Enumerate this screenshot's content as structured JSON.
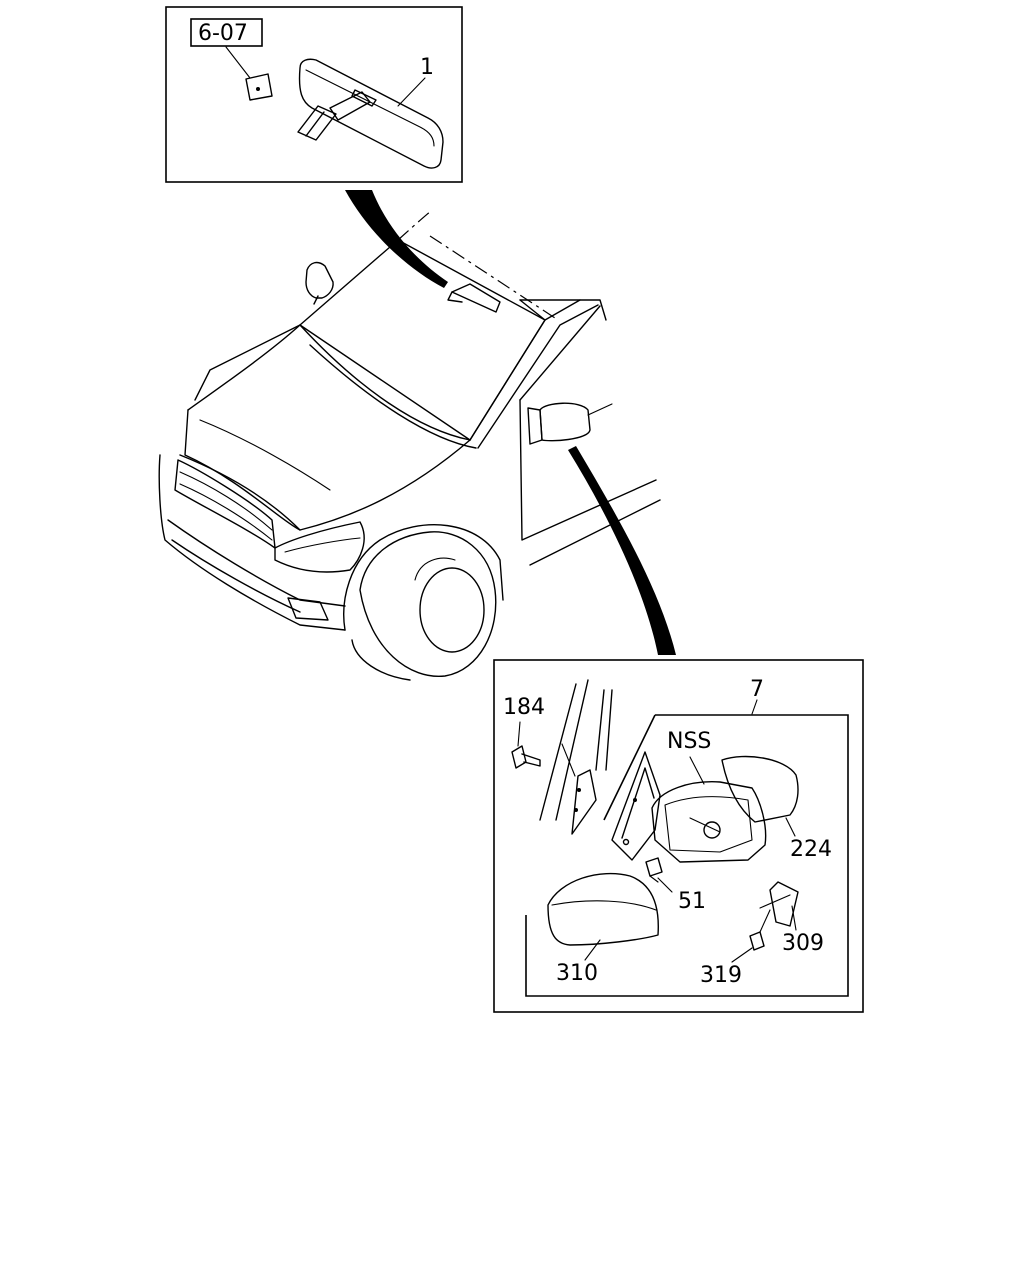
{
  "labels": {
    "ref_box": "6-07",
    "inner_mirror": "1",
    "mirror_assembly": "7",
    "bolt": "184",
    "nss": "NSS",
    "glass": "224",
    "nut": "51",
    "cover": "310",
    "screw": "319",
    "bracket": "309"
  }
}
